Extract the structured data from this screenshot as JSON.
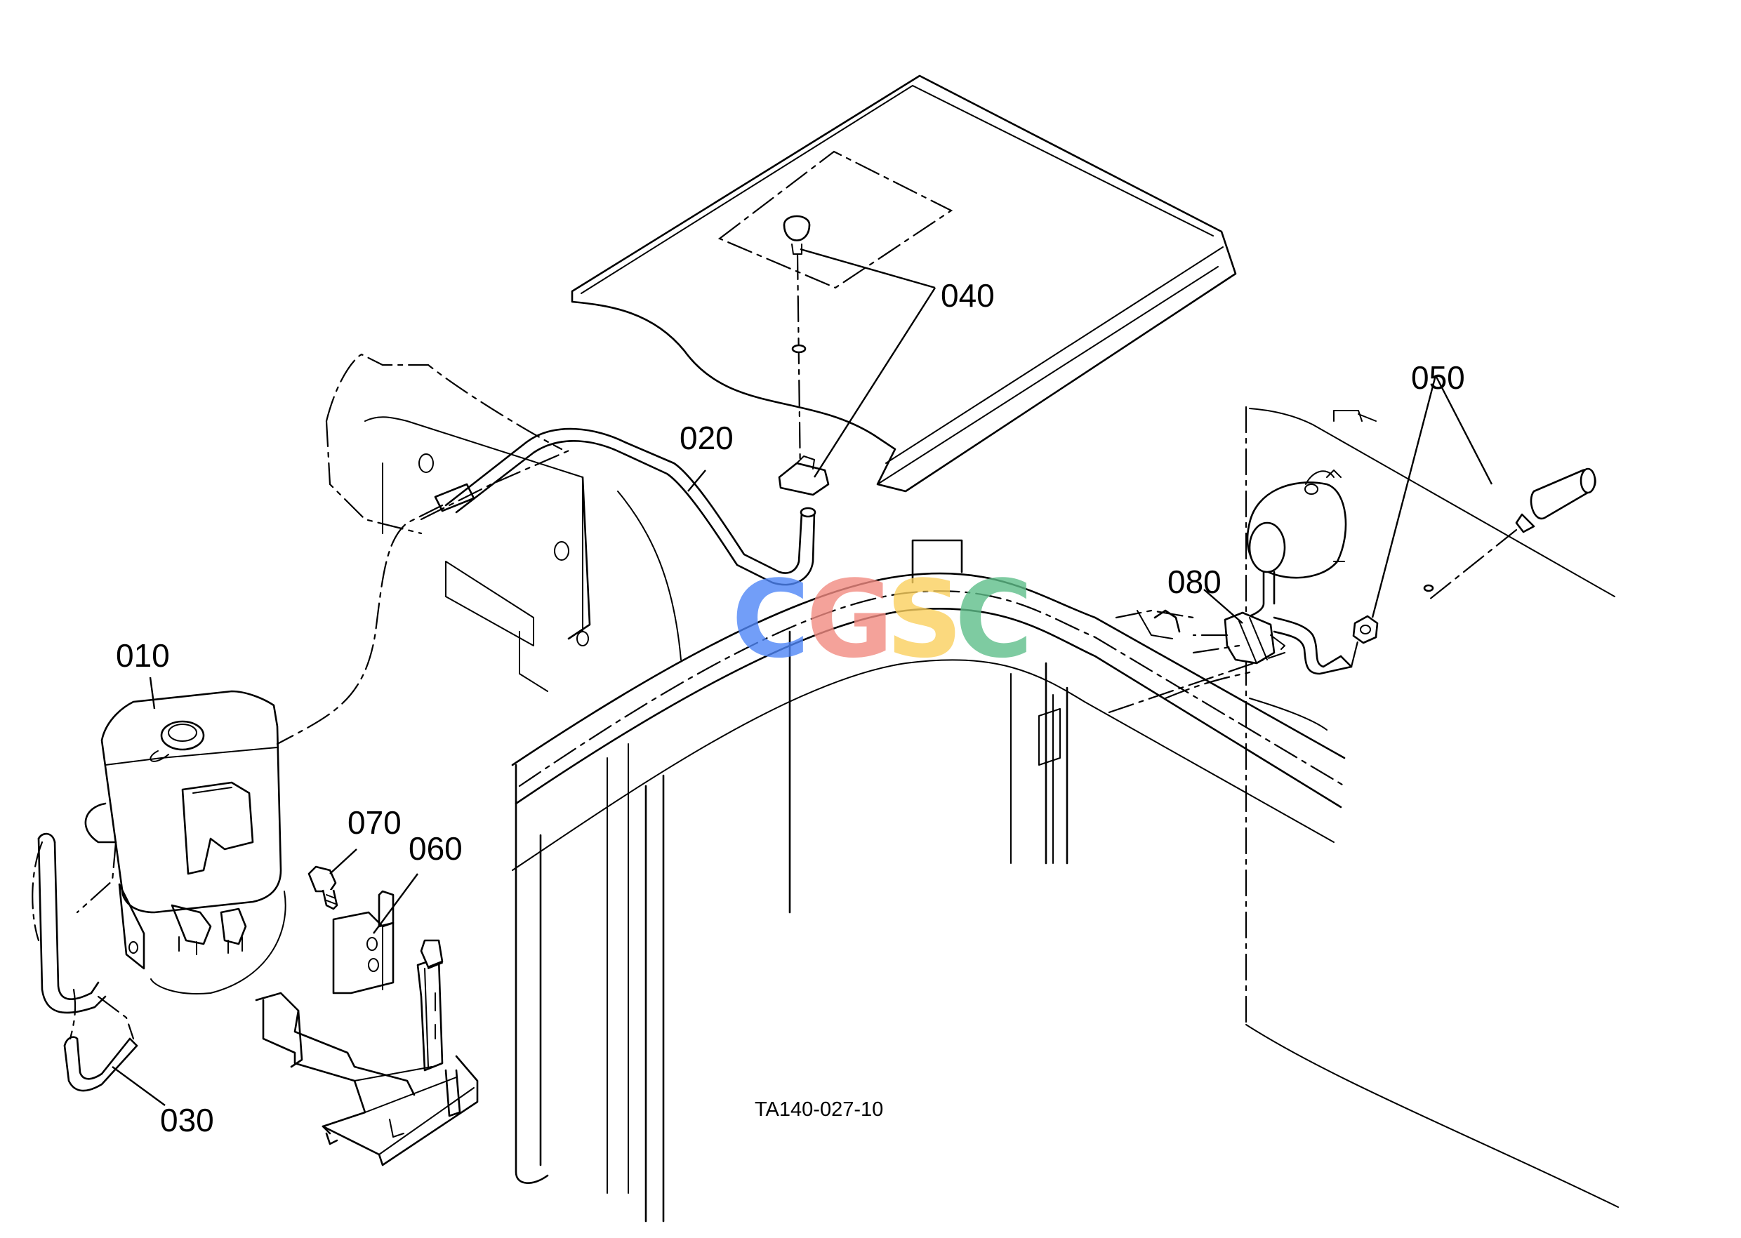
{
  "callouts": {
    "p010": "010",
    "p020": "020",
    "p030": "030",
    "p040": "040",
    "p050": "050",
    "p060": "060",
    "p070": "070",
    "p080": "080"
  },
  "figure_code": "TA140-027-10",
  "watermark": {
    "letters": [
      "C",
      "G",
      "S",
      "C"
    ],
    "colors": [
      "#4f86f7",
      "#f28b82",
      "#fbd05e",
      "#5fbf8a"
    ]
  }
}
